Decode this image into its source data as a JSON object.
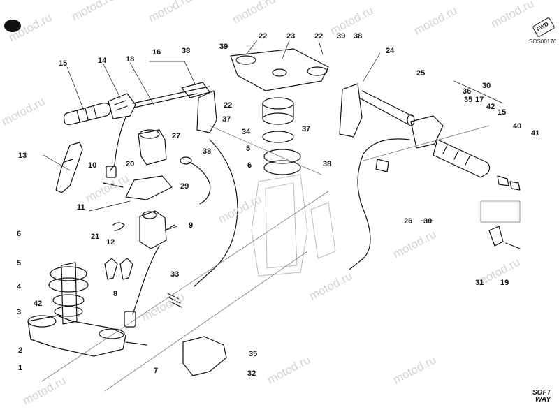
{
  "diagram": {
    "code": "SOS00176",
    "forward_indicator": "FWD",
    "brand_top": "SOFT",
    "brand_bottom": "WAY",
    "watermark": "motod.ru",
    "callouts": [
      "1",
      "2",
      "3",
      "4",
      "5",
      "6",
      "7",
      "8",
      "9",
      "10",
      "11",
      "12",
      "13",
      "14",
      "15",
      "16",
      "17",
      "18",
      "19",
      "20",
      "21",
      "22",
      "23",
      "24",
      "25",
      "26",
      "27",
      "29",
      "30",
      "31",
      "32",
      "33",
      "34",
      "35",
      "36",
      "37",
      "38",
      "39",
      "40",
      "41",
      "42"
    ],
    "labels": {
      "l15a": "15",
      "l14": "14",
      "l18": "18",
      "l16": "16",
      "l38a": "38",
      "l39a": "39",
      "l22a": "22",
      "l23": "23",
      "l22b": "22",
      "l39b": "39",
      "l38b": "38",
      "l24": "24",
      "l25": "25",
      "l30a": "30",
      "l36": "36",
      "l35a": "35",
      "l17": "17",
      "l42a": "42",
      "l15b": "15",
      "l40": "40",
      "l41": "41",
      "l13": "13",
      "l10": "10",
      "l11": "11",
      "l20": "20",
      "l27": "27",
      "l22c": "22",
      "l37a": "37",
      "l34": "34",
      "l5a": "5",
      "l6a": "6",
      "l37b": "37",
      "l38c": "38",
      "l38d": "38",
      "l29": "29",
      "l9": "9",
      "l21": "21",
      "l12": "12",
      "l26": "26",
      "l30b": "30",
      "l33": "33",
      "l8": "8",
      "l6b": "6",
      "l5b": "5",
      "l4": "4",
      "l42b": "42",
      "l3": "3",
      "l2": "2",
      "l1": "1",
      "l7": "7",
      "l35b": "35",
      "l32": "32",
      "l31": "31",
      "l19": "19"
    }
  }
}
